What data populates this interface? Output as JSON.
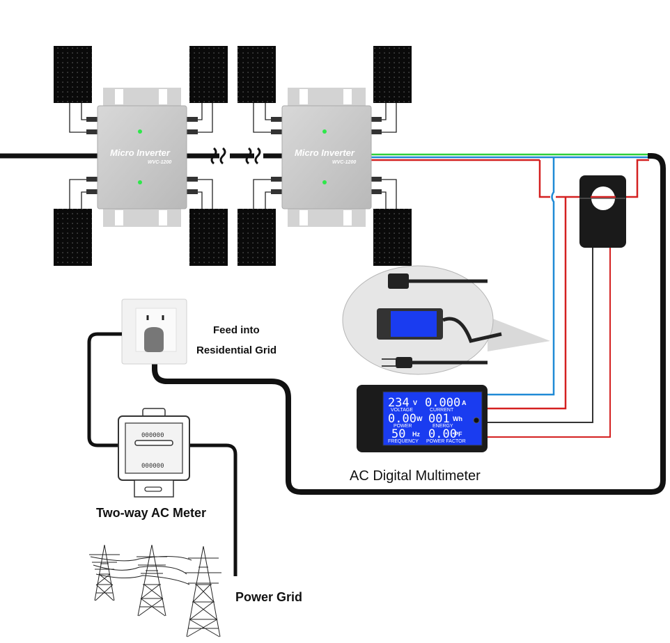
{
  "labels": {
    "feed_line1": "Feed into",
    "feed_line2": "Residential Grid",
    "two_way_meter": "Two-way AC Meter",
    "multimeter": "AC Digital Multimeter",
    "power_grid": "Power Grid"
  },
  "inverters": [
    {
      "title": "Micro Inverter",
      "model": "WVC-1200",
      "led_color": "#2ee84a"
    },
    {
      "title": "Micro Inverter",
      "model": "WVC-1200",
      "led_color": "#2ee84a"
    }
  ],
  "multimeter_display": {
    "voltage": {
      "value": "234",
      "unit": "V",
      "label": "VOLTAGE"
    },
    "current": {
      "value": "0.000",
      "unit": "A",
      "label": "CURRENT"
    },
    "power": {
      "value": "0.00",
      "unit": "W",
      "label": "POWER"
    },
    "energy": {
      "value": "001",
      "unit": "Wh",
      "label": "ENERGY"
    },
    "frequency": {
      "value": "50",
      "unit": "Hz",
      "label": "FREQUENCY"
    },
    "power_factor": {
      "value": "0.00",
      "unit": "PF",
      "label": "POWER FACTOR"
    }
  },
  "ac_meter": {
    "top_digits": "000000",
    "bottom_digits": "000000"
  },
  "colors": {
    "wire_main": "#111111",
    "wire_red": "#d42020",
    "wire_blue": "#1f8ad6",
    "wire_green": "#2fcf3a",
    "lcd_blue": "#1a3cf0",
    "inverter_gray": "#c9c9c9",
    "panel_black": "#0a0a0a"
  }
}
